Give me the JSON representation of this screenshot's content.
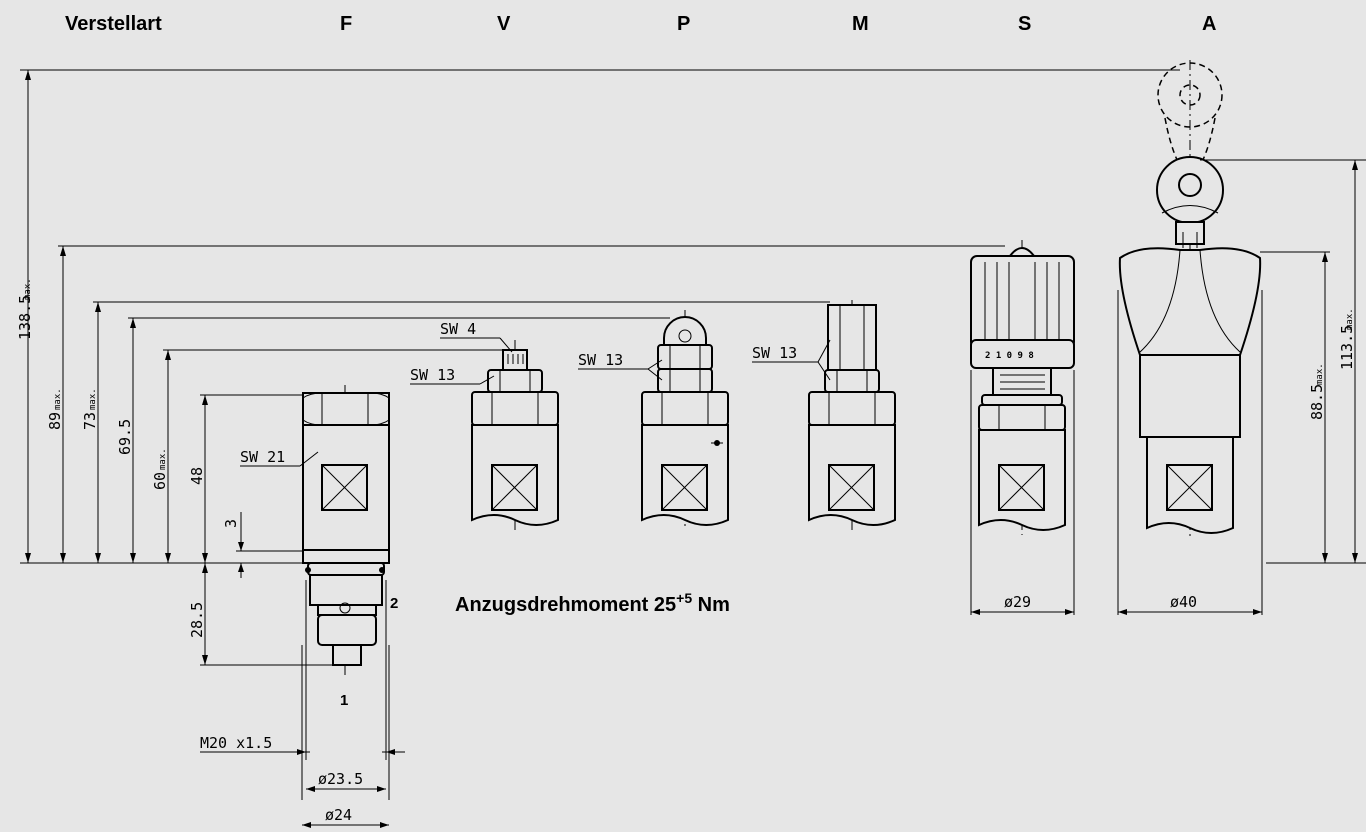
{
  "headers": {
    "adjustment_label": "Verstellart",
    "variants": [
      "F",
      "V",
      "P",
      "M",
      "S",
      "A"
    ]
  },
  "torque": {
    "prefix": "Anzugsdrehmoment 25",
    "superscript": "+5",
    "suffix": " Nm"
  },
  "dimensions": {
    "h_138_5": "138.5",
    "h_138_5_sub": "max.",
    "h_89": "89",
    "h_89_sub": "max.",
    "h_73": "73",
    "h_73_sub": "max.",
    "h_69_5": "69.5",
    "h_60": "60",
    "h_60_sub": "max.",
    "h_48": "48",
    "h_3": "3",
    "h_28_5": "28.5",
    "h_113_5": "113.5",
    "h_113_5_sub": "max.",
    "h_88_5": "88.5",
    "h_88_5_sub": "max.",
    "thread": "M20 x1.5",
    "dia_23_5": "ø23.5",
    "dia_24": "ø24",
    "dia_29": "ø29",
    "dia_40": "ø40"
  },
  "wrench_sizes": {
    "f_sw21": "SW 21",
    "v_sw4": "SW 4",
    "v_sw13": "SW 13",
    "p_sw13": "SW 13",
    "m_sw13": "SW 13"
  },
  "ports": {
    "port_1": "1",
    "port_2": "2"
  },
  "scale_digits": "2 1 0 9 8"
}
